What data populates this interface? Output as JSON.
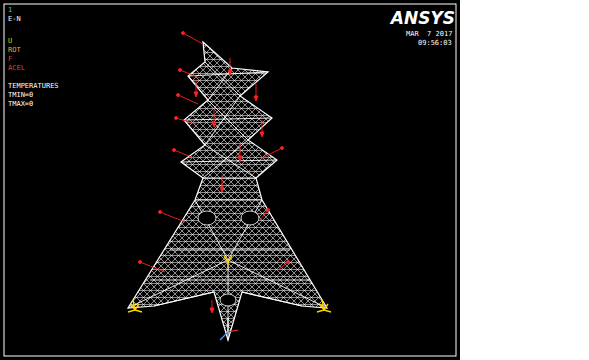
{
  "diagram": {
    "labels": [
      "1",
      "E-N",
      "U",
      "ROT",
      "F",
      "ACEL",
      "TEMPERATURES",
      "TMIN=0",
      "TMAX=0",
      "ANSYS",
      "MAR  7 2017",
      "09:56:03"
    ]
  }
}
